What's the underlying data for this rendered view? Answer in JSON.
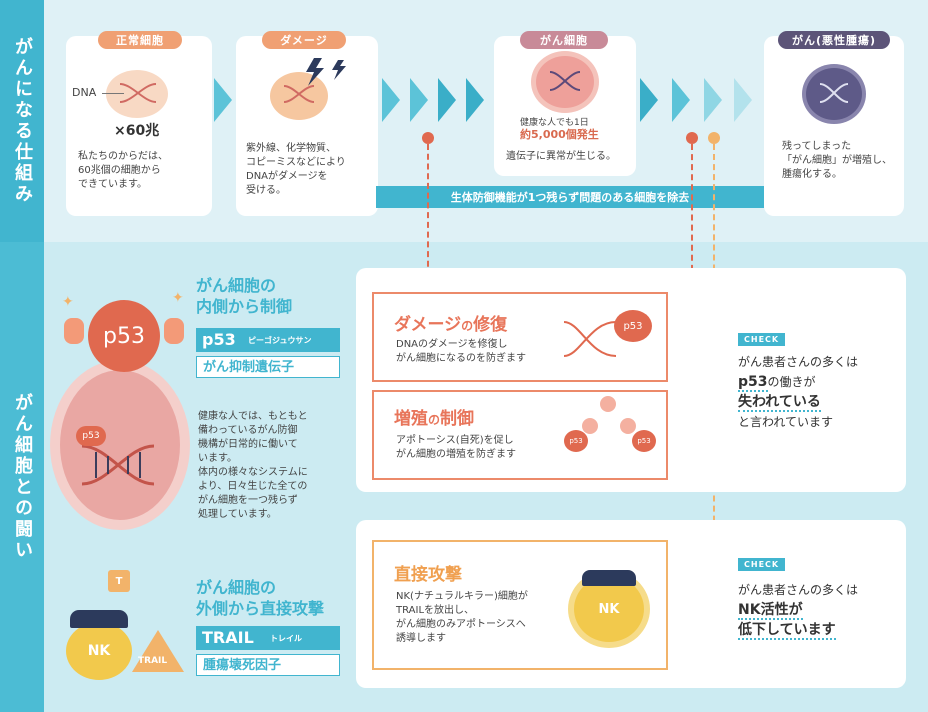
{
  "sidebar": {
    "top": "がんになる仕組み",
    "bottom": "がん細胞との闘い"
  },
  "stages": [
    {
      "label": "正常細胞",
      "dna": "DNA",
      "count": "×60兆",
      "desc": "私たちのからだは、\n60兆個の細胞から\nできています。"
    },
    {
      "label": "ダメージ",
      "desc": "紫外線、化学物質、\nコピーミスなどにより\nDNAがダメージを\n受ける。"
    },
    {
      "label": "がん細胞",
      "note1": "健康な人でも1日",
      "note2": "約5,000個発生",
      "desc": "遺伝子に異常が生じる。"
    },
    {
      "label": "がん(悪性腫瘍)",
      "desc": "残ってしまった\n「がん細胞」が増殖し、\n腫瘍化する。"
    }
  ],
  "defense_bar": "生体防御機能が1つ残らず問題のある細胞を除去",
  "inner": {
    "title1": "がん細胞の",
    "title2": "内側から制御",
    "p53": "p53",
    "p53_reading": "ピーゴジュウサン",
    "gene": "がん抑制遺伝子",
    "desc": "健康な人では、もともと\n備わっているがん防御\n機構が日常的に働いて\nいます。\n体内の様々なシステムに\nより、日々生じた全ての\nがん細胞を一つ残らず\n処理しています。"
  },
  "outer": {
    "title1": "がん細胞の",
    "title2": "外側から直接攻撃",
    "trail": "TRAIL",
    "trail_reading": "トレイル",
    "factor": "腫瘍壊死因子"
  },
  "repair": {
    "title": "ダメージ",
    "title_small": "の",
    "title2": "修復",
    "desc": "DNAのダメージを修復し\nがん細胞になるのを防ぎます"
  },
  "control": {
    "title": "増殖",
    "title_small": "の",
    "title2": "制御",
    "desc": "アポトーシス(自死)を促し\nがん細胞の増殖を防ぎます"
  },
  "attack": {
    "title": "直接攻撃",
    "desc": "NK(ナチュラルキラー)細胞が\nTRAILを放出し、\nがん細胞のみアポトーシスへ\n誘導します"
  },
  "check1": {
    "tag": "CHECK",
    "l1": "がん患者さんの多くは",
    "l2": "p53",
    "l2b": "の働きが",
    "l3": "失われている",
    "l4": "と言われています"
  },
  "check2": {
    "tag": "CHECK",
    "l1": "がん患者さんの多くは",
    "l2": "NK活性が",
    "l3": "低下しています"
  },
  "icons": {
    "p53_badge": "p53",
    "nk": "NK",
    "trail_tag": "TRAIL",
    "t_tag": "T"
  },
  "colors": {
    "cyan": "#41b5cf",
    "orange": "#e8755a",
    "yellow": "#f2b36a"
  }
}
